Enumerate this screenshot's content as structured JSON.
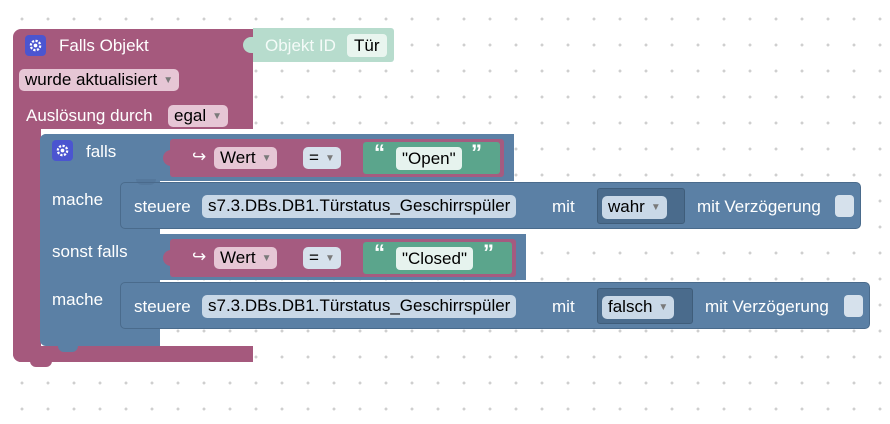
{
  "trigger": {
    "title": "Falls Objekt",
    "object_id_label": "Objekt ID",
    "object_id_value": "Tür",
    "update_mode": "wurde aktualisiert",
    "trigger_by_label": "Auslösung durch",
    "trigger_by_value": "egal"
  },
  "if_block": {
    "if_label": "falls",
    "do_label": "mache",
    "else_if_label": "sonst falls",
    "do2_label": "mache"
  },
  "cond1": {
    "var": "Wert",
    "op": "=",
    "text": "\"Open\""
  },
  "cond2": {
    "var": "Wert",
    "op": "=",
    "text": "\"Closed\""
  },
  "action1": {
    "control": "steuere",
    "target": "s7.3.DBs.DB1.Türstatus_Geschirrspüler",
    "with": "mit",
    "value": "wahr",
    "delay": "mit Verzögerung"
  },
  "action2": {
    "control": "steuere",
    "target": "s7.3.DBs.DB1.Türstatus_Geschirrspüler",
    "with": "mit",
    "value": "falsch",
    "delay": "mit Verzögerung"
  },
  "icons": {
    "gear": "gear-icon",
    "var_arrow": "↪",
    "quote_open": "“",
    "quote_close": "”",
    "dropdown": "▼"
  },
  "colors": {
    "trigger_block": "#a5597d",
    "logic_block": "#5b80a5",
    "variable_block": "#a55b80",
    "text_block": "#5ba58c",
    "object_id_block": "#b7dccd",
    "gear_badge": "#4b55d0"
  }
}
